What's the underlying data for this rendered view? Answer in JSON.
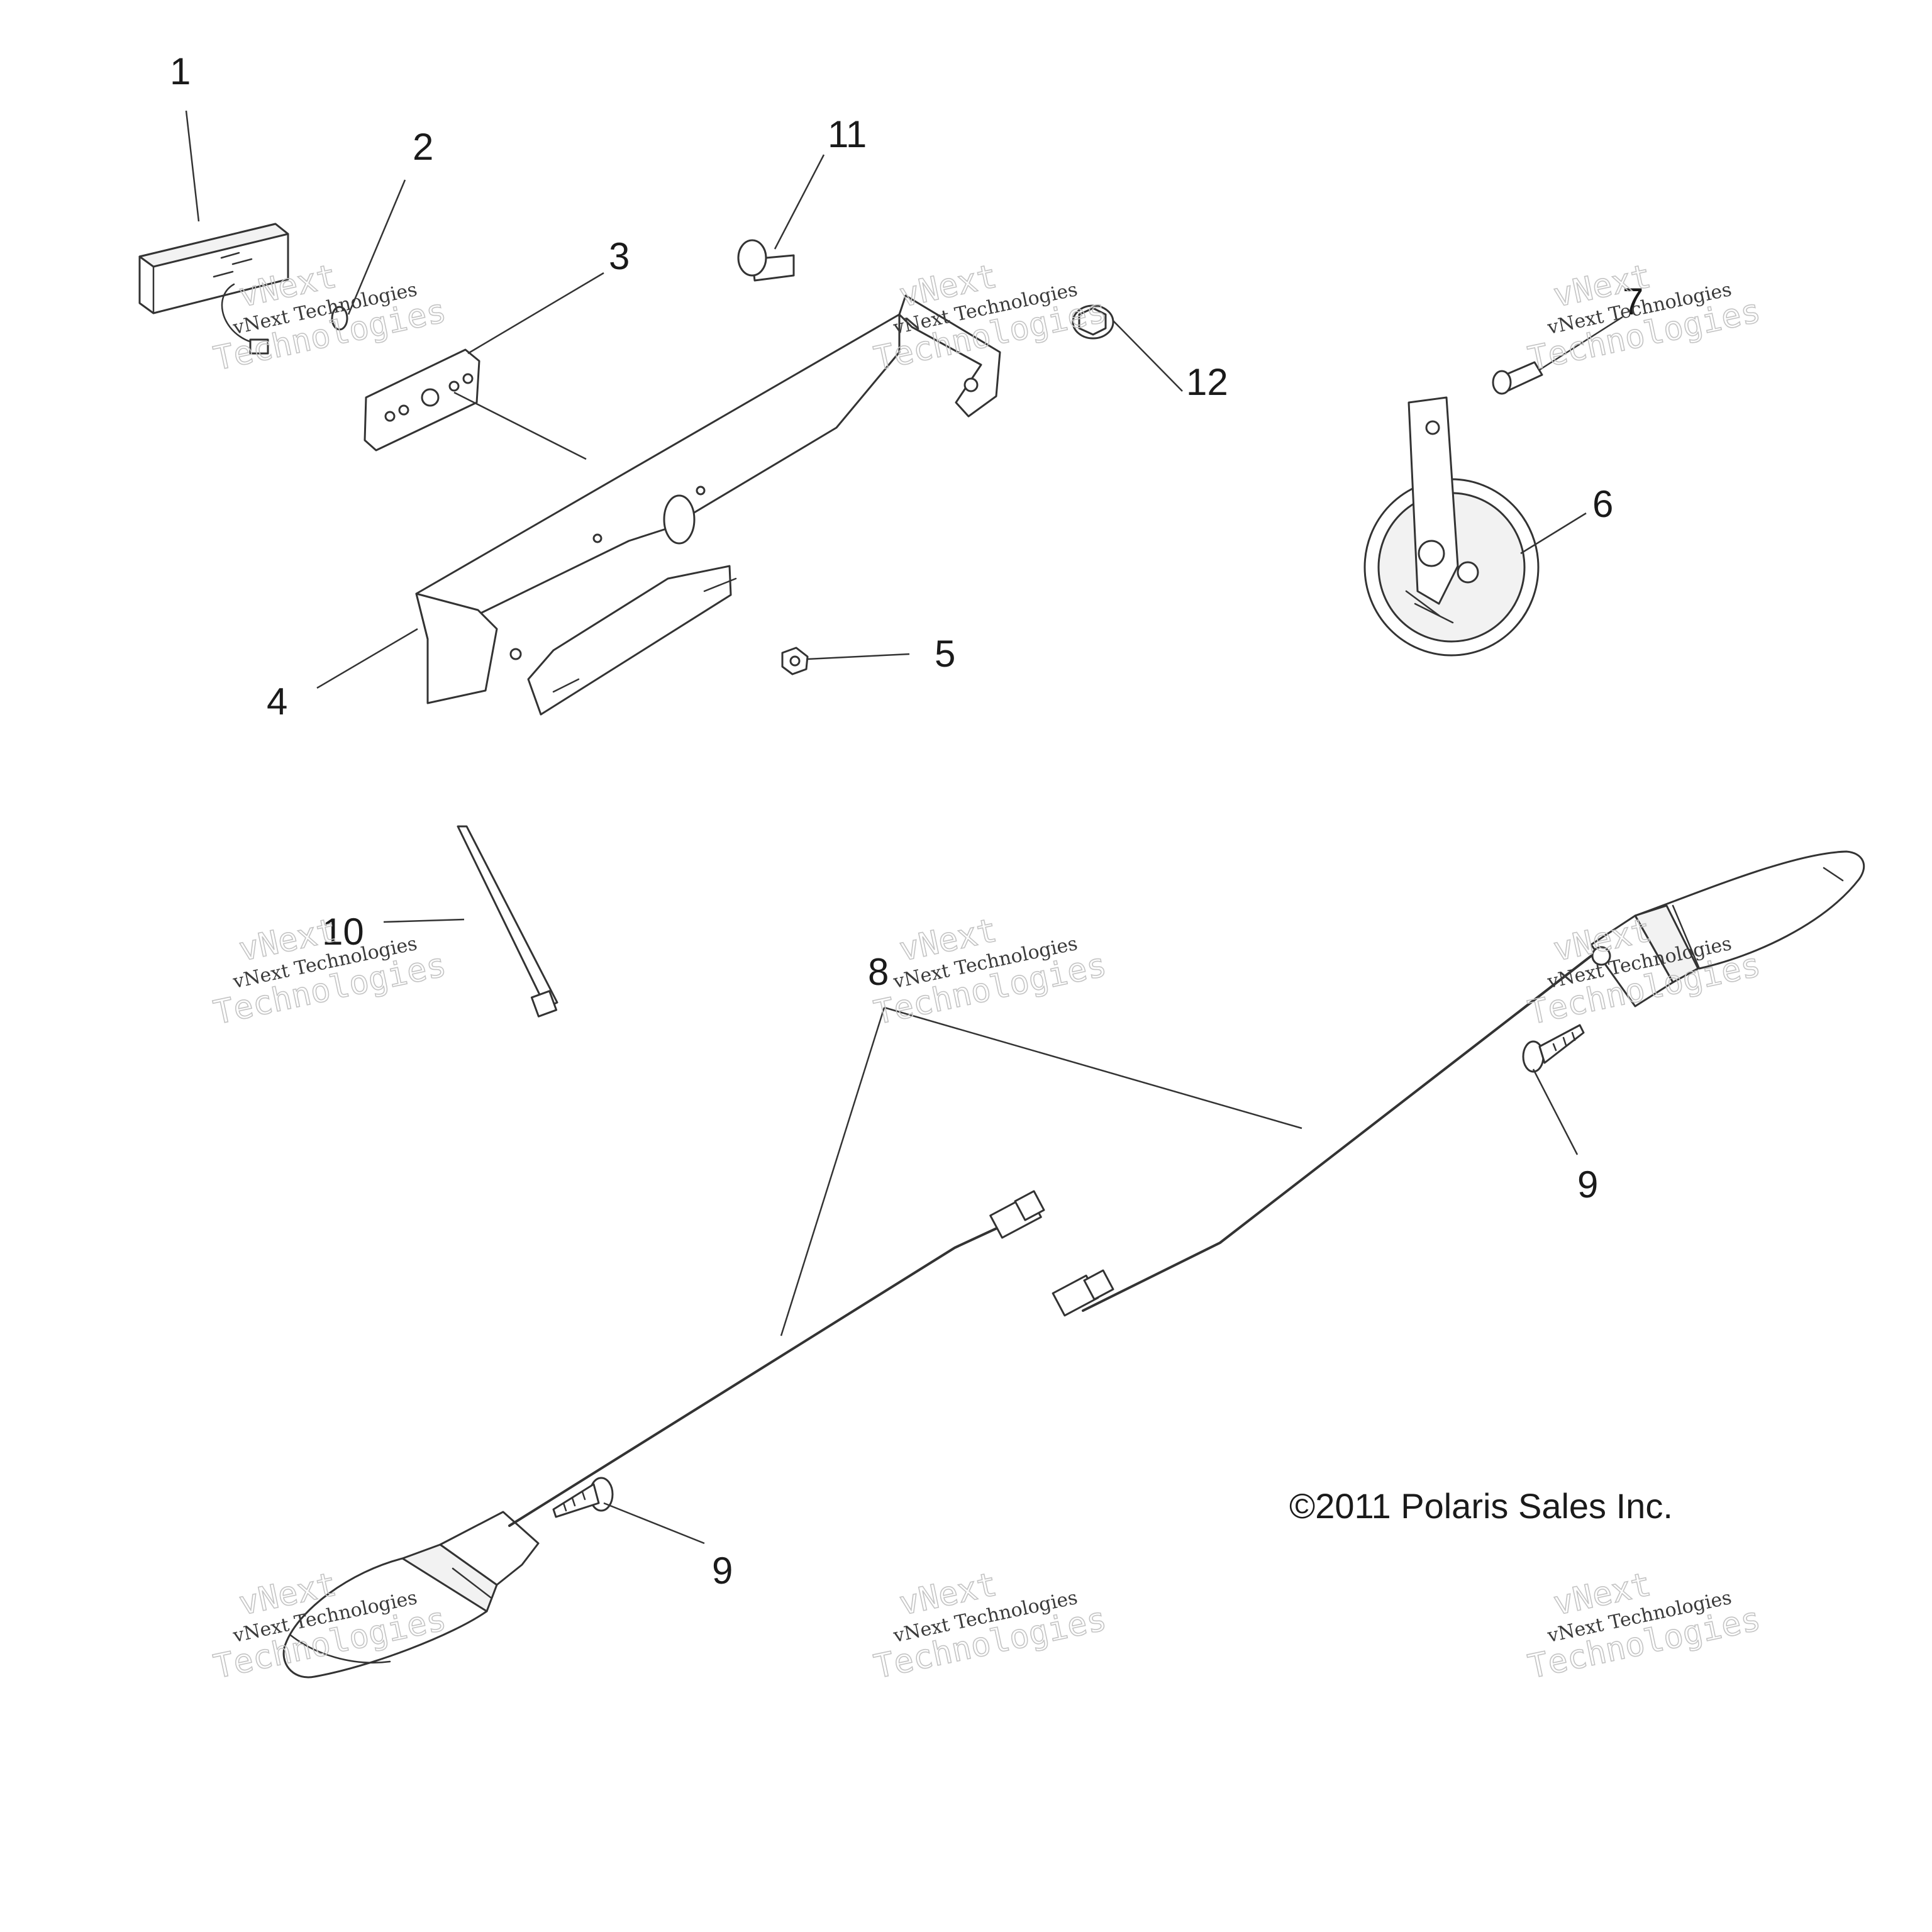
{
  "diagram": {
    "copyright": "©2011 Polaris Sales Inc.",
    "callouts": {
      "c1": "1",
      "c2": "2",
      "c3": "3",
      "c4": "4",
      "c5": "5",
      "c6": "6",
      "c7": "7",
      "c8": "8",
      "c9a": "9",
      "c9b": "9",
      "c10": "10",
      "c11": "11",
      "c12": "12"
    },
    "watermark": {
      "line1": "vNext Technologies",
      "line2": "vNext",
      "line3": "Technologies"
    }
  }
}
